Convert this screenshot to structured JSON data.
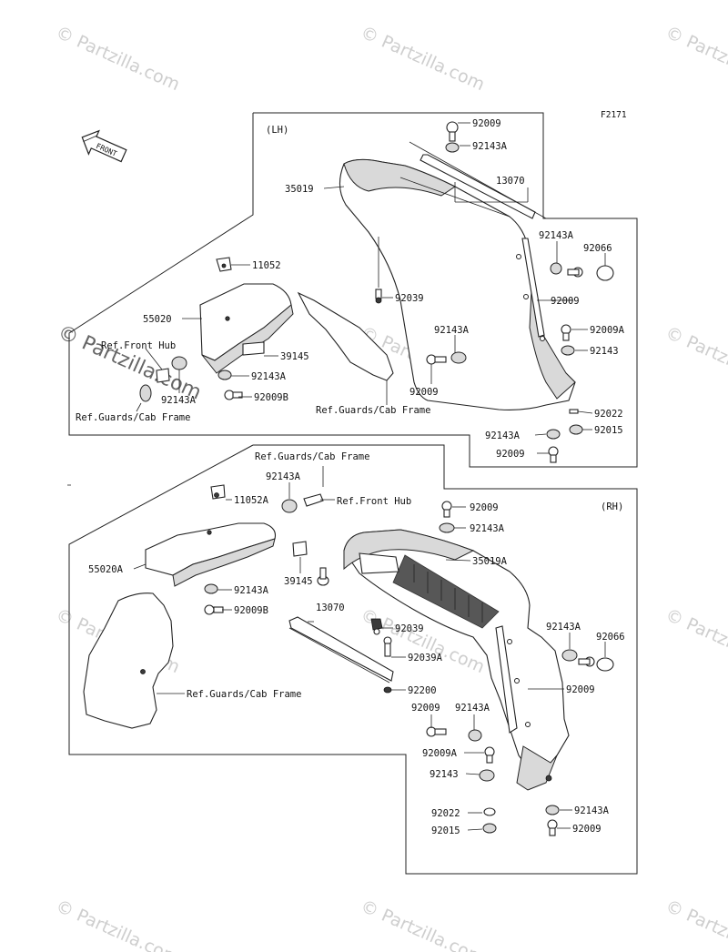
{
  "figure_code": "F2171",
  "front_arrow_text": "FRONT",
  "watermark_text": "Partzilla.com",
  "copyright_symbol": "©",
  "lh": {
    "side_label": "(LH)",
    "callouts": [
      {
        "id": "lh-92009-top",
        "text": "92009"
      },
      {
        "id": "lh-92143A-top",
        "text": "92143A"
      },
      {
        "id": "lh-13070",
        "text": "13070"
      },
      {
        "id": "lh-35019",
        "text": "35019"
      },
      {
        "id": "lh-92143A-r1",
        "text": "92143A"
      },
      {
        "id": "lh-92066",
        "text": "92066"
      },
      {
        "id": "lh-92009-r1",
        "text": "92009"
      },
      {
        "id": "lh-11052",
        "text": "11052"
      },
      {
        "id": "lh-92039",
        "text": "92039"
      },
      {
        "id": "lh-55020",
        "text": "55020"
      },
      {
        "id": "lh-92009A",
        "text": "92009A"
      },
      {
        "id": "lh-92143A-mid",
        "text": "92143A"
      },
      {
        "id": "lh-92143",
        "text": "92143"
      },
      {
        "id": "lh-ref-front-hub",
        "text": "Ref.Front Hub"
      },
      {
        "id": "lh-39145",
        "text": "39145"
      },
      {
        "id": "lh-92143A-left",
        "text": "92143A"
      },
      {
        "id": "lh-92009-mid",
        "text": "92009"
      },
      {
        "id": "lh-92143A-hub",
        "text": "92143A"
      },
      {
        "id": "lh-92009B",
        "text": "92009B"
      },
      {
        "id": "lh-ref-guards-left",
        "text": "Ref.Guards/Cab Frame"
      },
      {
        "id": "lh-ref-guards-mid",
        "text": "Ref.Guards/Cab Frame"
      },
      {
        "id": "lh-92022",
        "text": "92022"
      },
      {
        "id": "lh-92143A-bot",
        "text": "92143A"
      },
      {
        "id": "lh-92015",
        "text": "92015"
      },
      {
        "id": "lh-92009-bot",
        "text": "92009"
      }
    ]
  },
  "rh": {
    "side_label": "(RH)",
    "callouts": [
      {
        "id": "rh-ref-guards-top",
        "text": "Ref.Guards/Cab Frame"
      },
      {
        "id": "rh-92143A-top",
        "text": "92143A"
      },
      {
        "id": "rh-11052A",
        "text": "11052A"
      },
      {
        "id": "rh-ref-front-hub",
        "text": "Ref.Front Hub"
      },
      {
        "id": "rh-92009-top",
        "text": "92009"
      },
      {
        "id": "rh-92143A-2",
        "text": "92143A"
      },
      {
        "id": "rh-35019A",
        "text": "35019A"
      },
      {
        "id": "rh-55020A",
        "text": "55020A"
      },
      {
        "id": "rh-39145",
        "text": "39145"
      },
      {
        "id": "rh-92143A-left",
        "text": "92143A"
      },
      {
        "id": "rh-92009B",
        "text": "92009B"
      },
      {
        "id": "rh-13070",
        "text": "13070"
      },
      {
        "id": "rh-92039",
        "text": "92039"
      },
      {
        "id": "rh-92143A-r",
        "text": "92143A"
      },
      {
        "id": "rh-92066",
        "text": "92066"
      },
      {
        "id": "rh-92039A",
        "text": "92039A"
      },
      {
        "id": "rh-92009-r",
        "text": "92009"
      },
      {
        "id": "rh-92200",
        "text": "92200"
      },
      {
        "id": "rh-ref-guards-left",
        "text": "Ref.Guards/Cab Frame"
      },
      {
        "id": "rh-92009-mid",
        "text": "92009"
      },
      {
        "id": "rh-92143A-mid",
        "text": "92143A"
      },
      {
        "id": "rh-92009A",
        "text": "92009A"
      },
      {
        "id": "rh-92143",
        "text": "92143"
      },
      {
        "id": "rh-92022",
        "text": "92022"
      },
      {
        "id": "rh-92143A-bot",
        "text": "92143A"
      },
      {
        "id": "rh-92015",
        "text": "92015"
      },
      {
        "id": "rh-92009-bot",
        "text": "92009"
      }
    ]
  }
}
